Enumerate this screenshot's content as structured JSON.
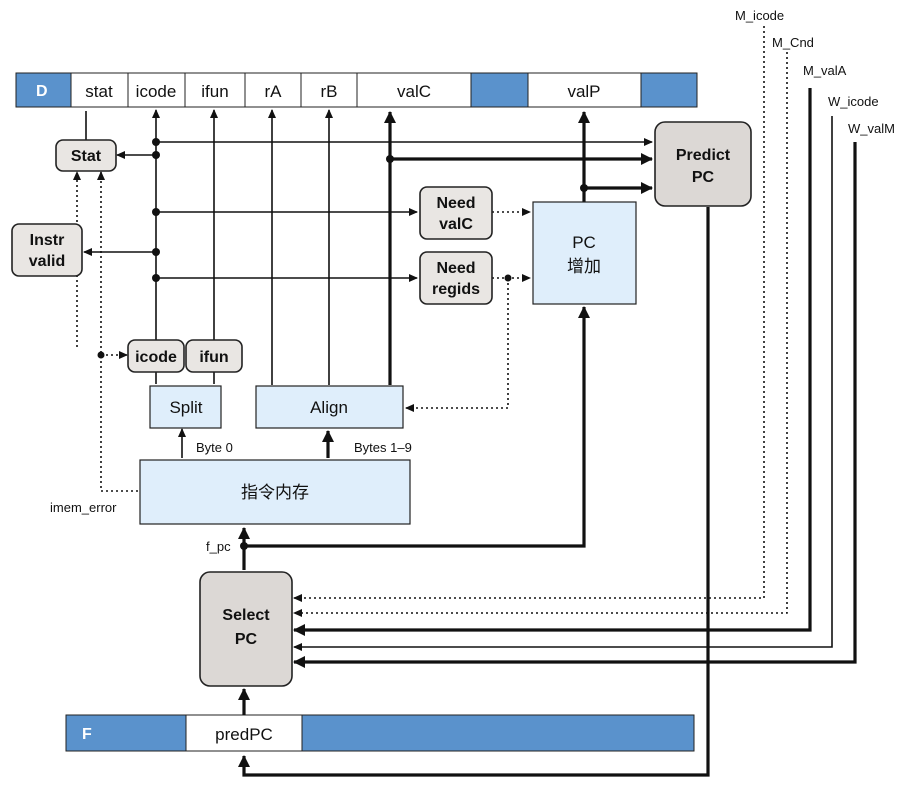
{
  "colors": {
    "register_fill": "#5a92cc",
    "hardware_fill": "#dfeefb",
    "logic_fill": "#e9e6e3"
  },
  "registers": {
    "d": {
      "id": "D",
      "fields": [
        "stat",
        "icode",
        "ifun",
        "rA",
        "rB",
        "valC",
        "valP"
      ]
    },
    "f": {
      "id": "F",
      "fields": [
        "predPC"
      ]
    }
  },
  "blocks": {
    "stat": "Stat",
    "instr_valid_1": "Instr",
    "instr_valid_2": "valid",
    "need_valc_1": "Need",
    "need_valc_2": "valC",
    "need_regids_1": "Need",
    "need_regids_2": "regids",
    "pc_increment_1": "PC",
    "pc_increment_2": "增加",
    "predict_pc_1": "Predict",
    "predict_pc_2": "PC",
    "icode": "icode",
    "ifun": "ifun",
    "split": "Split",
    "align": "Align",
    "instruction_memory": "指令内存",
    "select_pc_1": "Select",
    "select_pc_2": "PC"
  },
  "signals": {
    "byte0": "Byte 0",
    "bytes1_9": "Bytes 1–9",
    "imem_error": "imem_error",
    "f_pc": "f_pc",
    "m_icode": "M_icode",
    "m_cnd": "M_Cnd",
    "m_vala": "M_valA",
    "w_icode": "W_icode",
    "w_valm": "W_valM"
  }
}
